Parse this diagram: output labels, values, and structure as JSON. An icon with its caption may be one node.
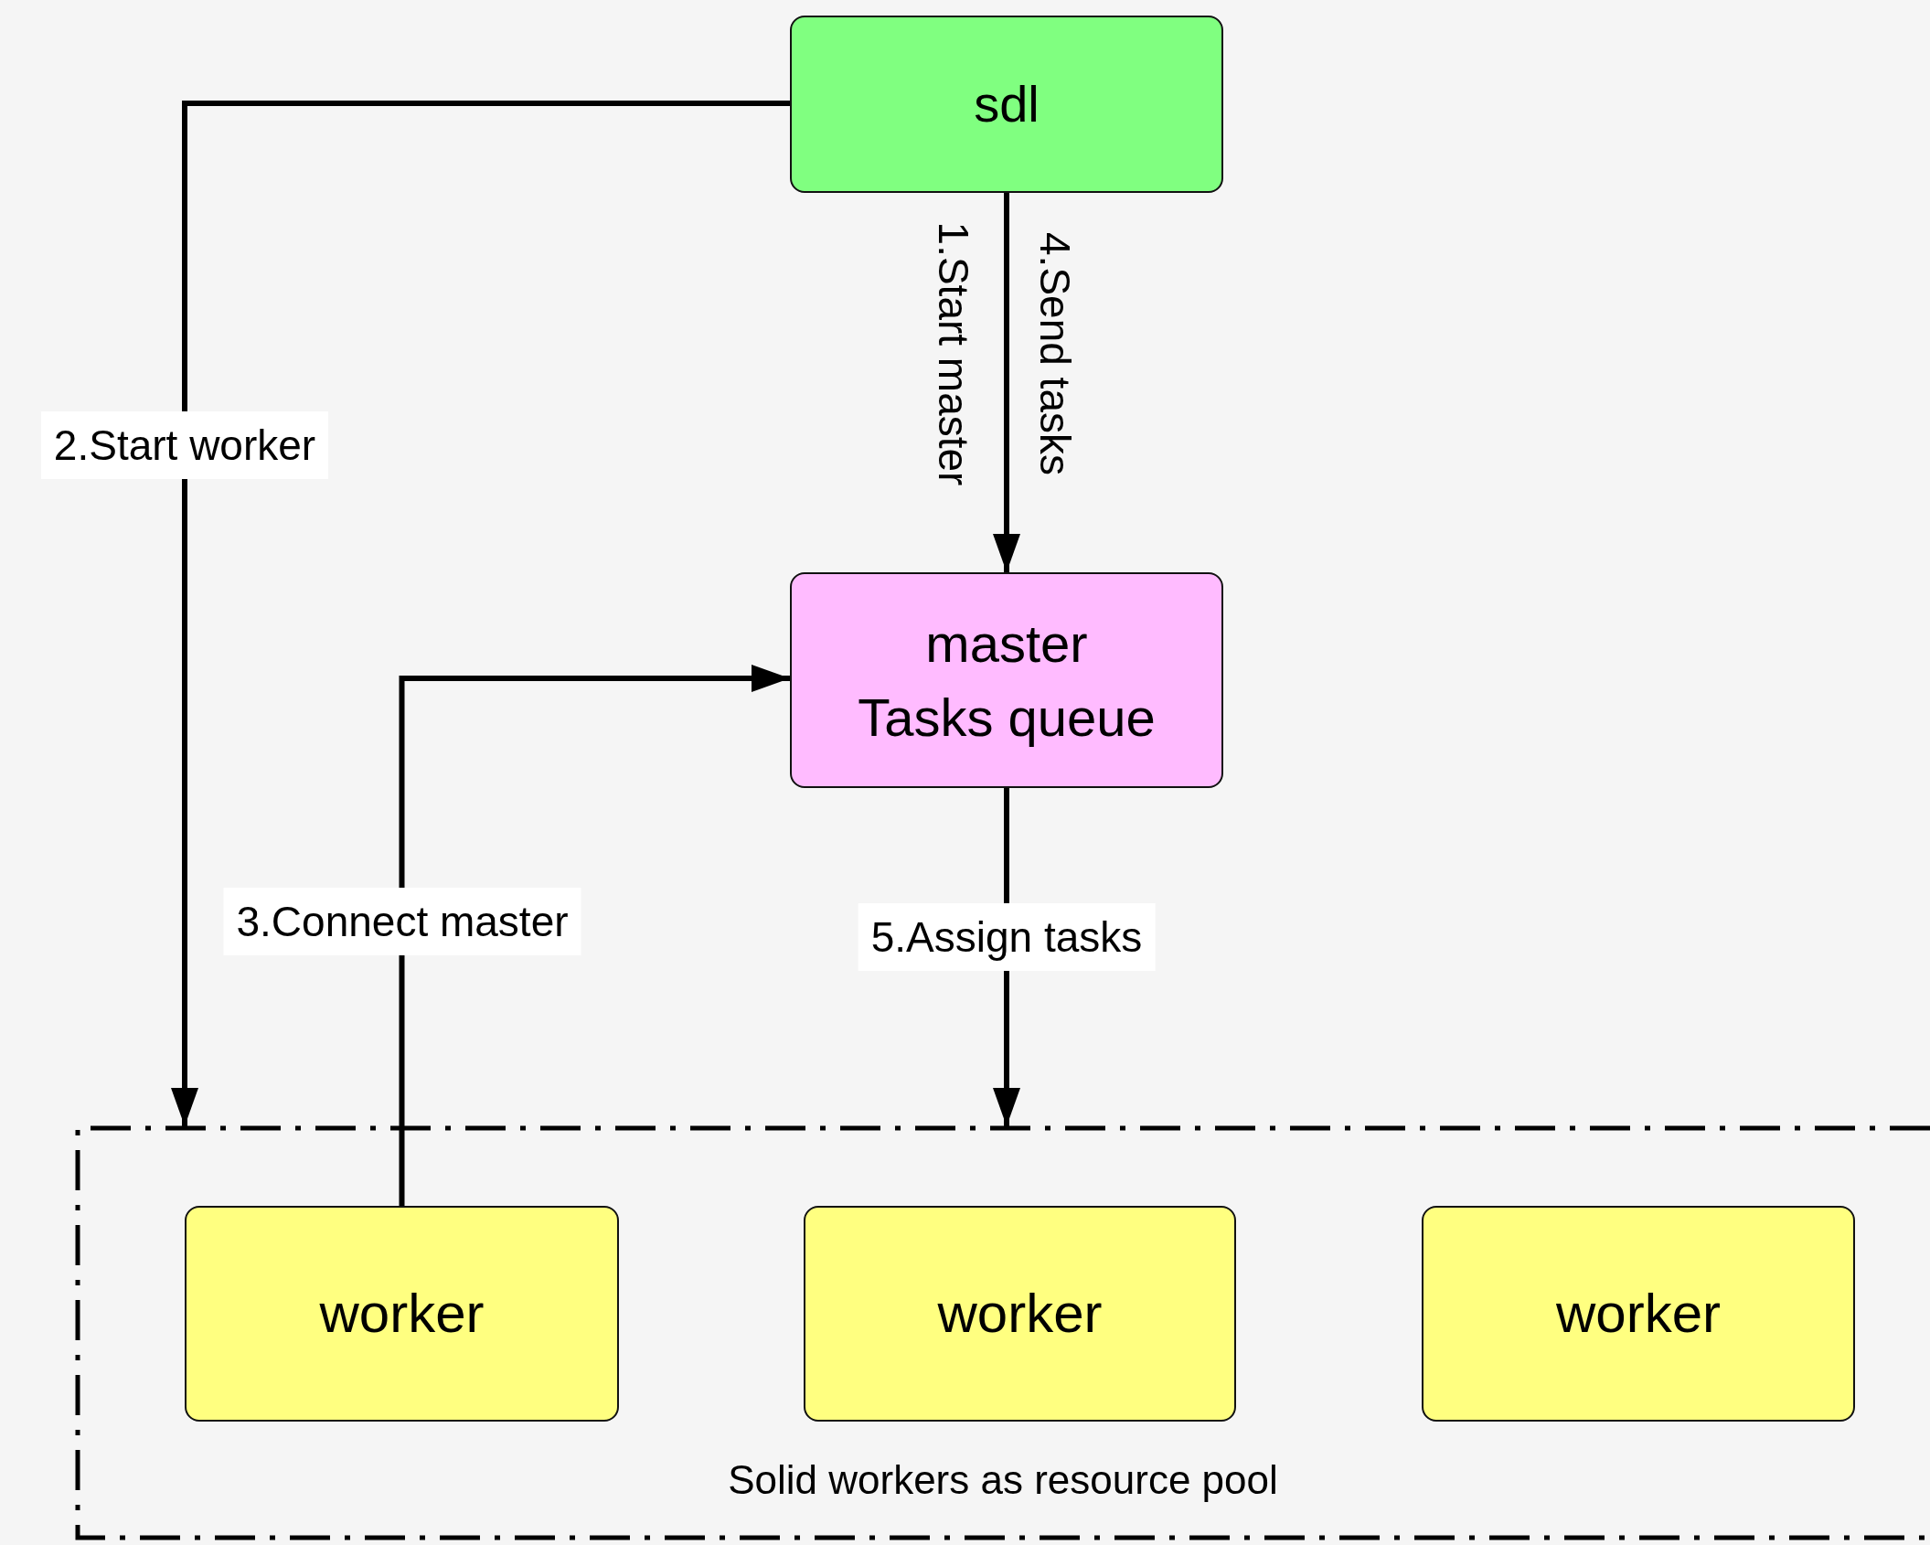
{
  "diagram": {
    "nodes": [
      {
        "text": [
          "sdl"
        ]
      },
      {
        "text": [
          "master",
          "Tasks queue"
        ]
      },
      {
        "text": [
          "Solid workers as resource pool"
        ]
      },
      {
        "text": [
          "worker"
        ],
        "in": 2
      },
      {
        "text": [
          "worker"
        ],
        "in": 2
      },
      {
        "text": [
          "worker"
        ],
        "in": 2
      }
    ],
    "edges": [
      {
        "from": 0,
        "to": 1,
        "arrow": "to",
        "label": "1.Start master"
      },
      {
        "from": 0,
        "to": 2,
        "arrow": "to",
        "label": "2.Start worker"
      },
      {
        "from": 3,
        "to": 1,
        "arrow": "to",
        "label": "3.Connect master"
      },
      {
        "from": 1,
        "to": 2,
        "arrow": "to",
        "label": "5.Assign tasks"
      }
    ],
    "labels": [
      "4.Send tasks"
    ]
  }
}
